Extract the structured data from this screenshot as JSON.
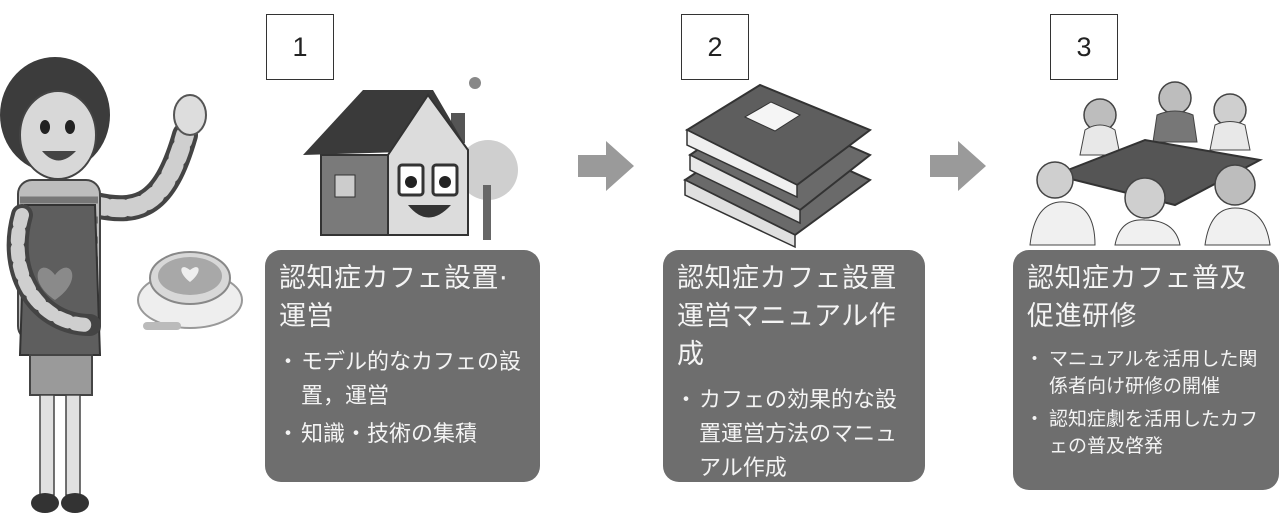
{
  "steps": [
    {
      "number": "1",
      "title": "認知症カフェ設置·運営",
      "items": [
        "モデル的なカフェの設置，運営",
        "知識・技術の集積"
      ]
    },
    {
      "number": "2",
      "title": "認知症カフェ設置運営マニュアル作成",
      "items": [
        "カフェの効果的な設置運営方法のマニュアル作成"
      ]
    },
    {
      "number": "3",
      "title": "認知症カフェ普及促進研修",
      "items": [
        "マニュアルを活用した関係者向け研修の開催",
        "認知症劇を活用したカフェの普及啓発"
      ]
    }
  ],
  "icons": [
    "woman-waving-illustration",
    "coffee-cup-icon",
    "house-illustration",
    "tree-icon",
    "books-icon",
    "meeting-table-icon",
    "arrow-right-icon"
  ],
  "colors": {
    "panel": "#6e6e6e",
    "panel_text": "#f4f4f4",
    "arrow": "#9a9a9a"
  }
}
